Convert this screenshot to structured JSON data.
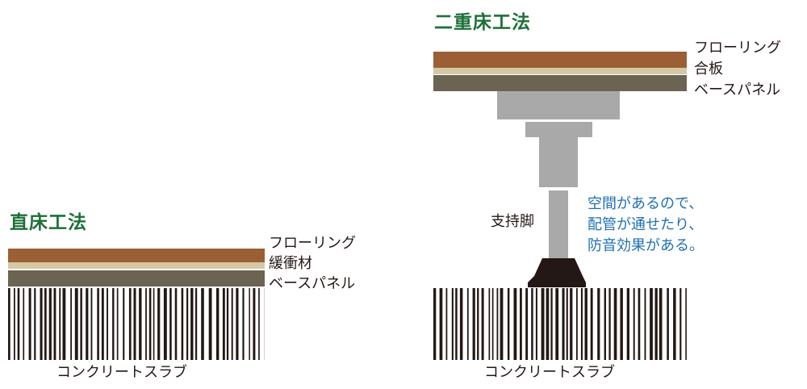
{
  "direct": {
    "title": "直床工法",
    "labels": [
      "フローリング",
      "緩衝材",
      "ベースパネル"
    ],
    "slab_label": "コンクリートスラブ"
  },
  "double": {
    "title": "二重床工法",
    "labels": [
      "フローリング",
      "合板",
      "ベースパネル"
    ],
    "support_label": "支持脚",
    "note": [
      "空間があるので、",
      "配管が通せたり、",
      "防音効果がある。"
    ],
    "slab_label": "コンクリートスラブ"
  },
  "colors": {
    "title": "#1c6f37",
    "flooring": "#9a5f34",
    "middle": "#d6c8a4",
    "base_panel": "#6b6452",
    "support": "#a9a9a9",
    "foot": "#231815",
    "note": "#1f6fb5"
  }
}
